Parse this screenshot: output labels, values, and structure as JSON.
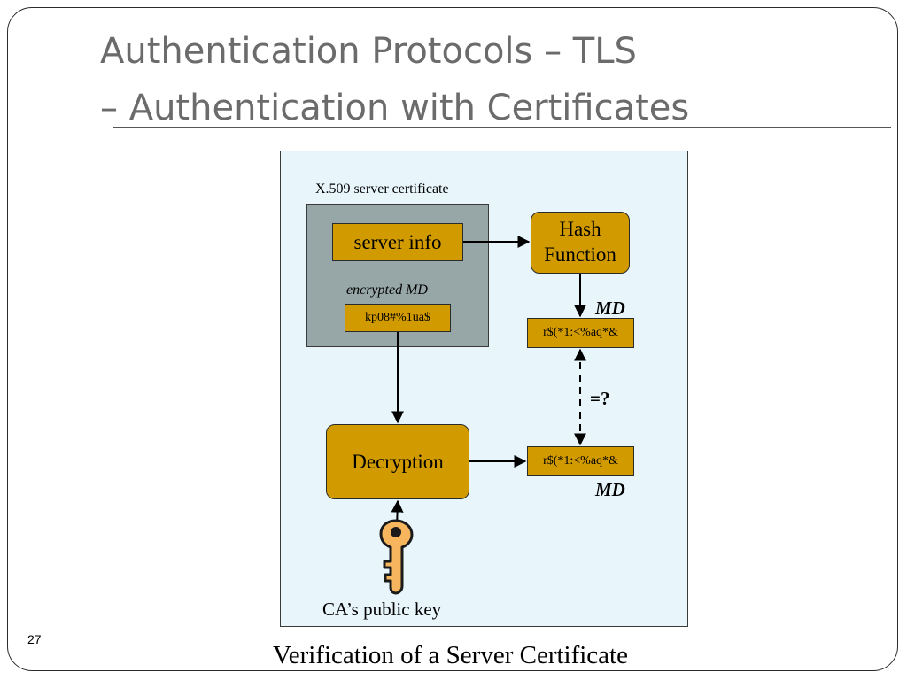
{
  "slide": {
    "title_line1": "Authentication Protocols – TLS",
    "title_line2": "– Authentication with Certificates",
    "caption": "Verification of a Server Certificate",
    "slide_number": "27"
  },
  "diagram": {
    "certificate_label": "X.509 server certificate",
    "server_info": "server info",
    "encrypted_md_label": "encrypted MD",
    "encrypted_md_value": "kp08#%1ua$",
    "hash_function_line1": "Hash",
    "hash_function_line2": "Function",
    "md_label_top": "MD",
    "md_value_top": "r$(*1:<%aq*&",
    "compare_label": "=?",
    "decryption": "Decryption",
    "md_value_bottom": "r$(*1:<%aq*&",
    "md_label_bottom": "MD",
    "key_label": "CA’s public key"
  },
  "colors": {
    "box_fill": "#d19b00",
    "certificate_fill": "#97a6a6",
    "panel_fill": "#e8f6fc",
    "key_fill": "#f7b65e"
  }
}
